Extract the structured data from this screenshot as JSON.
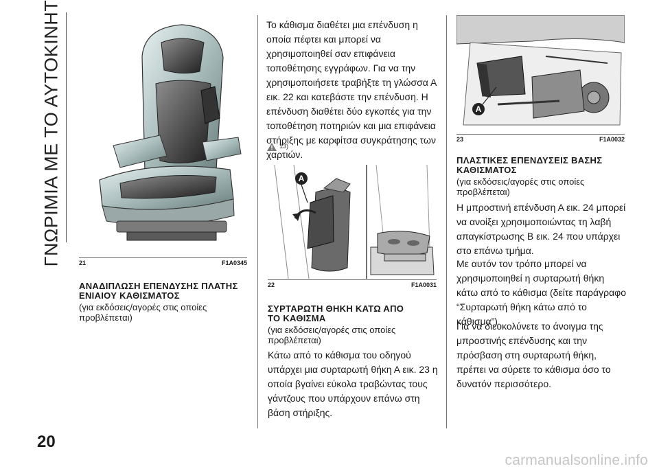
{
  "side_title": "ΓΝΩΡΙΜΙΑ ΜΕ ΤΟ ΑΥΤΟΚΙΝΗΤΟ",
  "page_number": "20",
  "figures": {
    "f21": {
      "num": "21",
      "code": "F1A0345"
    },
    "f22": {
      "num": "22",
      "code": "F1A0031",
      "callout": "A"
    },
    "f23": {
      "num": "23",
      "code": "F1A0032",
      "callout": "A"
    }
  },
  "sections": {
    "armrest": {
      "heading": "ΑΝΑΔΙΠΛΩΣΗ ΕΠΕΝΔΥΣΗΣ ΠΛΑΤΗΣ ΕΝΙΑΙΟΥ ΚΑΘΙΣΜΑΤΟΣ",
      "note": "(για εκδόσεις/αγορές στις οποίες προβλέπεται)",
      "body": "Το κάθισμα διαθέτει μια επένδυση η οποία πέφτει και μπορεί να χρησιμοποιηθεί σαν επιφάνεια τοποθέτησης εγγράφων. Για να την χρησιμοποιήσετε τραβήξτε τη γλώσσα Α εικ. 22 και κατεβάστε την επένδυση. Η επένδυση διαθέτει δύο εγκοπές για την τοποθέτηση ποτηριών και μια επιφάνεια στήριξης με καρφίτσα συγκράτησης των χαρτιών.",
      "warning_ref": "13)"
    },
    "drawer": {
      "heading": "ΣΥΡΤΑΡΩΤΗ ΘΗΚΗ ΚΑΤΩ ΑΠΟ ΤΟ ΚΑΘΙΣΜΑ",
      "note": "(για εκδόσεις/αγορές στις οποίες προβλέπεται)",
      "body": "Κάτω από το κάθισμα του οδηγού υπάρχει μια συρταρωτή θήκη Α εικ. 23 η οποία βγαίνει εύκολα τραβώντας τους γάντζους που υπάρχουν επάνω στη βάση στήριξης."
    },
    "base": {
      "heading": "ΠΛΑΣΤΙΚΕΣ ΕΠΕΝΔΥΣΕΙΣ ΒΑΣΗΣ ΚΑΘΙΣΜΑΤΟΣ",
      "note": "(για εκδόσεις/αγορές στις οποίες προβλέπεται)",
      "p1": "Η μπροστινή επένδυση Α εικ. 24 μπορεί να ανοίξει χρησιμοποιώντας τη λαβή απαγκίστρωσης Β εικ. 24 που υπάρχει στο επάνω τμήμα.",
      "p2": "Με αυτόν τον τρόπο μπορεί να χρησιμοποιηθεί η συρταρωτή θήκη κάτω από το κάθισμα (δείτε παράγραφο “Συρταρωτή θήκη κάτω από το κάθισμα”).",
      "p3": "Για να διευκολύνετε το άνοιγμα της μπροστινής επένδυσης και την πρόσβαση στη συρταρωτή θήκη, πρέπει να σύρετε το κάθισμα όσο το δυνατόν περισσότερο."
    }
  },
  "watermark": "carmanualsonline.info"
}
